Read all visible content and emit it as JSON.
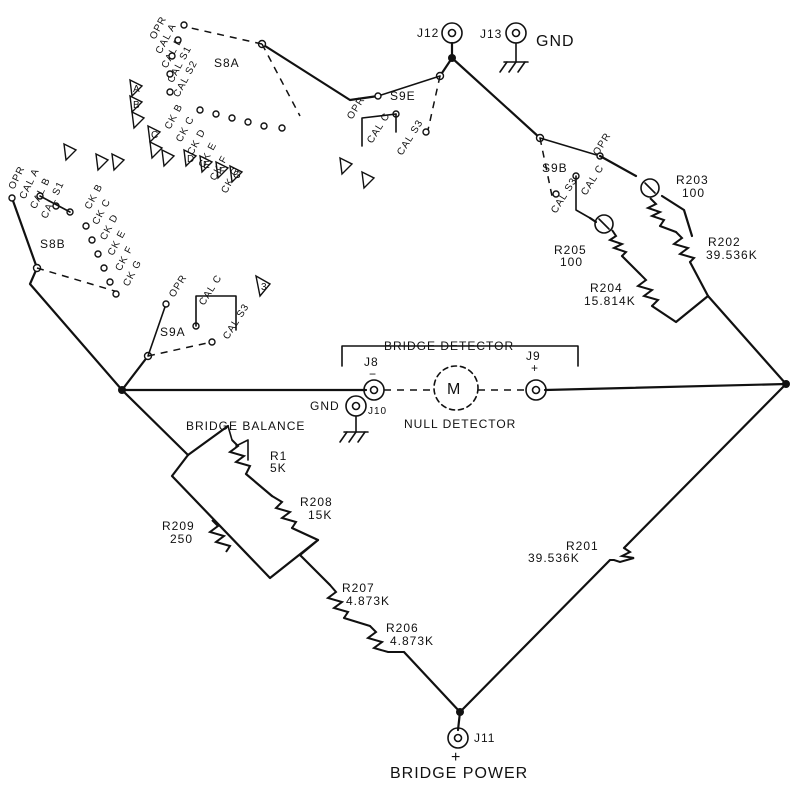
{
  "labels": {
    "j12": "J12",
    "j13": "J13",
    "gnd_top": "GND",
    "s8a": "S8A",
    "s8b": "S8B",
    "s9e": "S9E",
    "s9b": "S9B",
    "s9a": "S9A",
    "s8a_positions": [
      "OPR",
      "CAL A",
      "CAL B",
      "CAL S1",
      "CAL S2",
      "CK B",
      "CK C",
      "CK D",
      "CK E",
      "CK F",
      "CK G"
    ],
    "s8b_positions": [
      "OPR",
      "CAL A",
      "CAL B",
      "CAL S1",
      "CK B",
      "CK C",
      "CK D",
      "CK E",
      "CK F",
      "CK G"
    ],
    "s9e_positions": [
      "OPR",
      "CAL C",
      "CAL S3"
    ],
    "s9b_positions": [
      "OPR",
      "CAL C",
      "CAL S3"
    ],
    "s9a_positions": [
      "OPR",
      "CAL C",
      "CAL S3"
    ],
    "r203": "R203",
    "r203_val": "100",
    "r202": "R202",
    "r202_val": "39.536K",
    "r205": "R205",
    "r205_val": "100",
    "r204": "R204",
    "r204_val": "15.814K",
    "bridge_detector": "BRIDGE DETECTOR",
    "j8": "J8",
    "j8_sign": "−",
    "j9": "J9",
    "j9_sign": "+",
    "meter": "M",
    "gnd_mid": "GND",
    "j10": "J10",
    "null_detector": "NULL DETECTOR",
    "bridge_balance": "BRIDGE BALANCE",
    "r1": "R1",
    "r1_val": "5K",
    "r208": "R208",
    "r208_val": "15K",
    "r209": "R209",
    "r209_val": "250",
    "r207": "R207",
    "r207_val": "4.873K",
    "r206": "R206",
    "r206_val": "4.873K",
    "r201": "R201",
    "r201_val": "39.536K",
    "j11": "J11",
    "j11_sign": "+",
    "bridge_power": "BRIDGE POWER",
    "ref_marks": [
      "A",
      "B",
      "C",
      "D",
      "E",
      "F",
      "G",
      "3"
    ]
  }
}
